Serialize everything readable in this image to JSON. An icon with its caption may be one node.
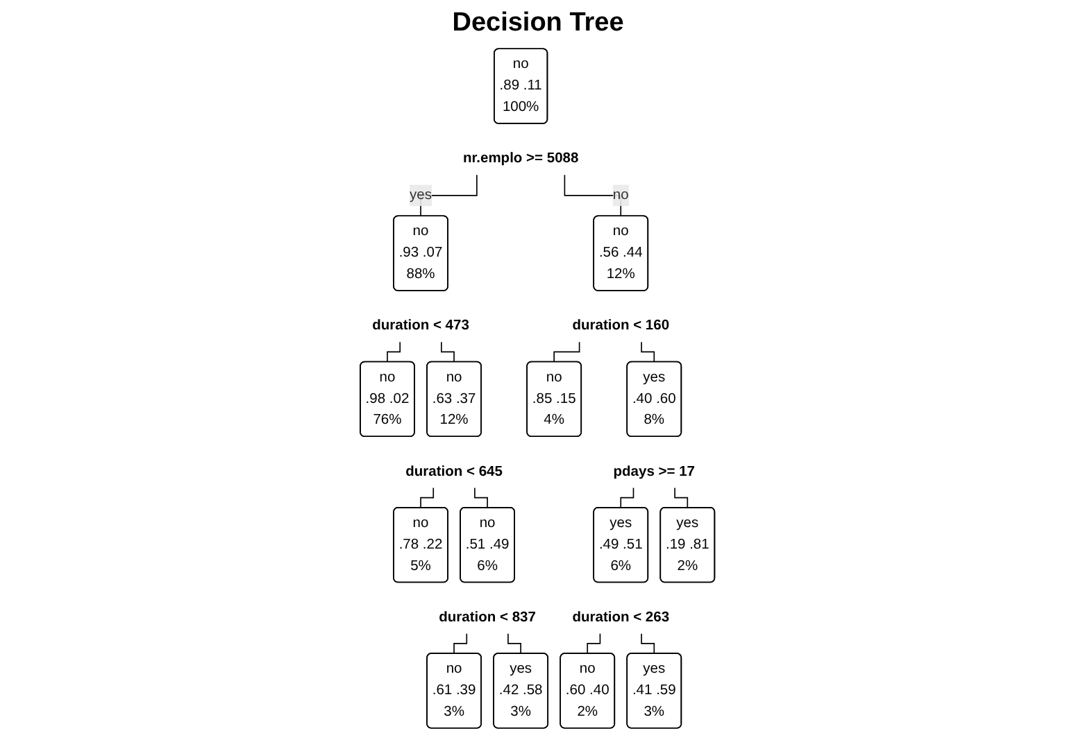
{
  "diagram": {
    "title": "Decision Tree",
    "nodes": [
      {
        "text": [
          "no",
          ".89  .11",
          "100%"
        ]
      },
      {
        "text": [
          "nr.emplo >= 5088"
        ]
      },
      {
        "text": [
          "no",
          ".93  .07",
          "88%"
        ]
      },
      {
        "text": [
          "duration < 473"
        ]
      },
      {
        "text": [
          "no",
          ".56  .44",
          "12%"
        ]
      },
      {
        "text": [
          "duration < 160"
        ]
      },
      {
        "text": [
          "no",
          ".63  .37",
          "12%"
        ]
      },
      {
        "text": [
          "duration < 645"
        ]
      },
      {
        "text": [
          "yes",
          ".40  .60",
          "8%"
        ]
      },
      {
        "text": [
          "pdays >= 17"
        ]
      },
      {
        "text": [
          "no",
          ".51  .49",
          "6%"
        ]
      },
      {
        "text": [
          "duration < 837"
        ]
      },
      {
        "text": [
          "yes",
          ".49  .51",
          "6%"
        ]
      },
      {
        "text": [
          "duration < 263"
        ]
      },
      {
        "text": [
          "no",
          ".98  .02",
          "76%"
        ]
      },
      {
        "text": [
          "no",
          ".78  .22",
          "5%"
        ]
      },
      {
        "text": [
          "no",
          ".61  .39",
          "3%"
        ]
      },
      {
        "text": [
          "yes",
          ".42  .58",
          "3%"
        ]
      },
      {
        "text": [
          "no",
          ".85  .15",
          "4%"
        ]
      },
      {
        "text": [
          "no",
          ".60  .40",
          "2%"
        ]
      },
      {
        "text": [
          "yes",
          ".41  .59",
          "3%"
        ]
      },
      {
        "text": [
          "yes",
          ".19  .81",
          "2%"
        ]
      }
    ],
    "edges": [
      {
        "from": 1,
        "to": 2,
        "arrow": "none",
        "label": "yes"
      },
      {
        "from": 1,
        "to": 4,
        "arrow": "none",
        "label": "no"
      },
      {
        "from": 3,
        "to": 14,
        "arrow": "none"
      },
      {
        "from": 3,
        "to": 6,
        "arrow": "none"
      },
      {
        "from": 7,
        "to": 15,
        "arrow": "none"
      },
      {
        "from": 7,
        "to": 10,
        "arrow": "none"
      },
      {
        "from": 11,
        "to": 16,
        "arrow": "none"
      },
      {
        "from": 11,
        "to": 17,
        "arrow": "none"
      },
      {
        "from": 5,
        "to": 18,
        "arrow": "none"
      },
      {
        "from": 5,
        "to": 8,
        "arrow": "none"
      },
      {
        "from": 9,
        "to": 12,
        "arrow": "none"
      },
      {
        "from": 9,
        "to": 21,
        "arrow": "none"
      },
      {
        "from": 13,
        "to": 19,
        "arrow": "none"
      },
      {
        "from": 13,
        "to": 20,
        "arrow": "none"
      }
    ]
  }
}
